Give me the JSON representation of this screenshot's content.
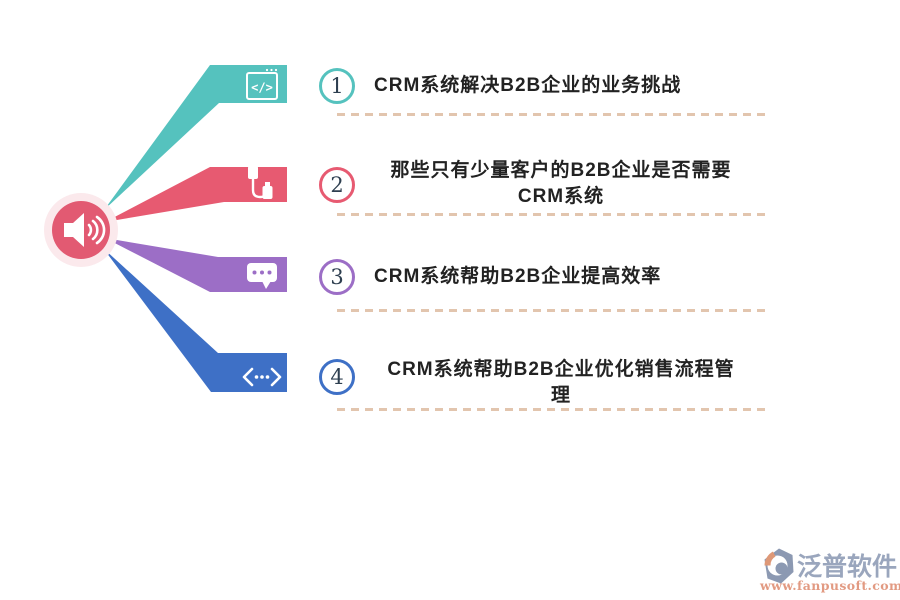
{
  "diagram": {
    "type": "radial-list-infographic",
    "hub": {
      "icon": "speaker-icon",
      "color": "#E25A72",
      "ring_color": "#FBE9EC"
    },
    "items": [
      {
        "number": "1",
        "icon": "code-window-icon",
        "color": "#55C2BE",
        "title": "CRM系统解决B2B企业的业务挑战",
        "lines": [
          "CRM系统解决B2B企业的业务挑战"
        ]
      },
      {
        "number": "2",
        "icon": "usb-cable-icon",
        "color": "#E75A71",
        "title": "那些只有少量客户的B2B企业是否需要CRM系统",
        "lines": [
          "那些只有少量客户的B2B企业是否需要",
          "CRM系统"
        ]
      },
      {
        "number": "3",
        "icon": "chat-bubble-icon",
        "color": "#9C6EC6",
        "title": "CRM系统帮助B2B企业提高效率",
        "lines": [
          "CRM系统帮助B2B企业提高效率"
        ]
      },
      {
        "number": "4",
        "icon": "code-brackets-icon",
        "color": "#3E70C6",
        "title": "CRM系统帮助B2B企业优化销售流程管理",
        "lines": [
          "CRM系统帮助B2B企业优化销售流程管",
          "理"
        ]
      }
    ],
    "divider_color": "#E2C5AE",
    "title_text_color": "#222222",
    "badge_number_color": "#2E3F50"
  },
  "watermark": {
    "logo_icon": "fanpu-logo-icon",
    "brand": "泛普软件",
    "brand_color": "#9AA6BD",
    "url": "www.fanpusoft.com",
    "url_color": "#E29A82",
    "logo_colors": {
      "base": "#8C99B2",
      "accent": "#DE9877"
    }
  }
}
